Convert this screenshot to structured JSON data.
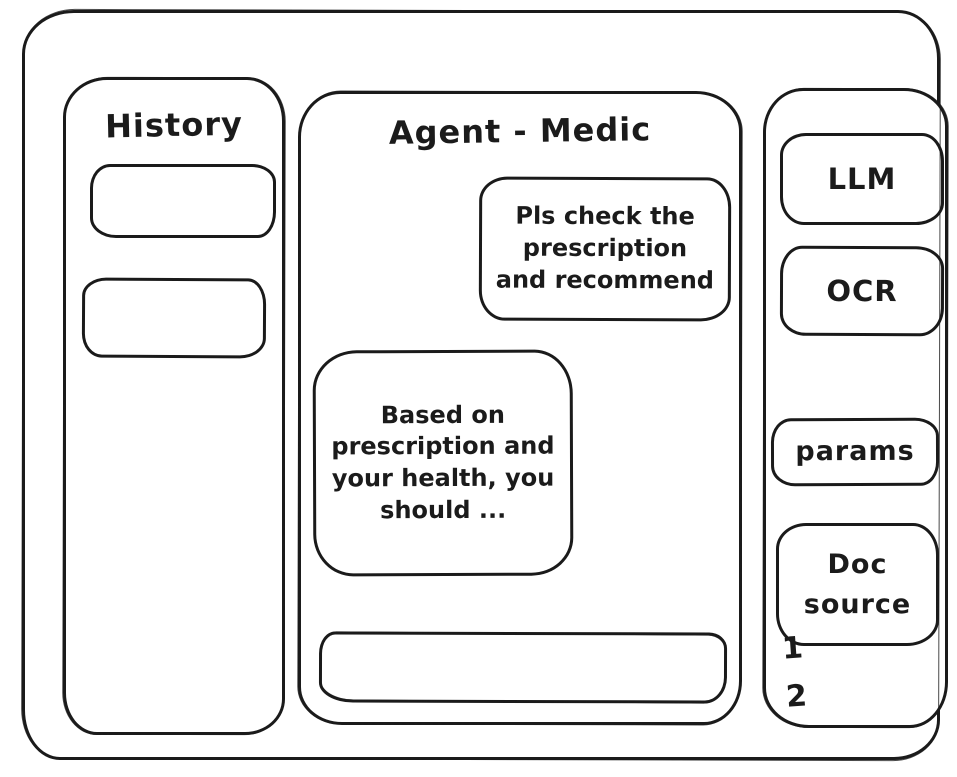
{
  "colors": {
    "stroke": "#1b1b1b",
    "background": "#ffffff"
  },
  "left_sidebar": {
    "title": "History",
    "items": [
      {
        "label": ""
      },
      {
        "label": ""
      }
    ]
  },
  "chat": {
    "title": "Agent - Medic",
    "messages": [
      {
        "role": "user",
        "text": "Pls check the prescription and recommend"
      },
      {
        "role": "assistant",
        "text": "Based on prescription and your health, you should ..."
      }
    ],
    "input": {
      "value": "",
      "placeholder": ""
    }
  },
  "right_sidebar": {
    "tools": [
      {
        "label": "LLM"
      },
      {
        "label": "OCR"
      },
      {
        "label": "params"
      },
      {
        "label": "Doc source"
      }
    ],
    "doc_source_items": [
      "1",
      "2"
    ]
  }
}
